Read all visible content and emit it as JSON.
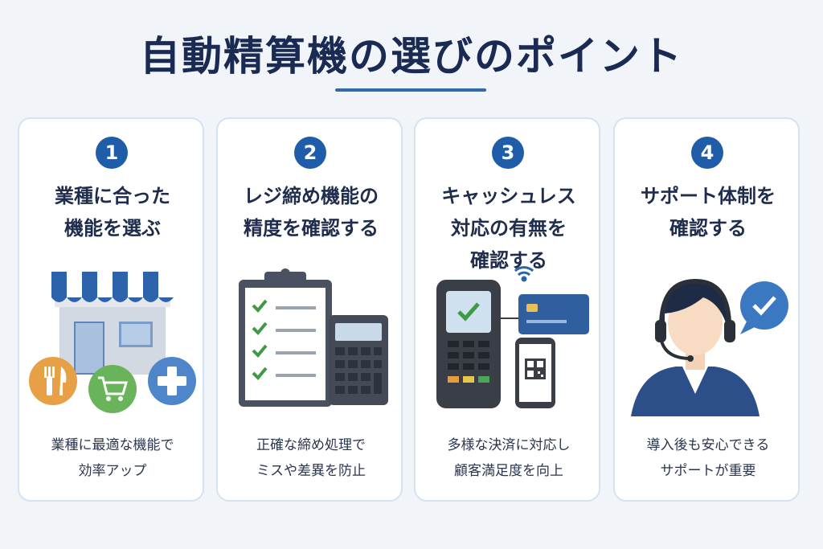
{
  "title": "自動精算機の選びのポイント",
  "colors": {
    "background": "#f1f5fa",
    "title": "#1a2a52",
    "accent": "#1f5da8",
    "check": "#3f9a45",
    "card_border": "#d5e2f1"
  },
  "cards": [
    {
      "number": "1",
      "heading": [
        "業種に合った",
        "機能を選ぶ"
      ],
      "icon": "store-icon",
      "sub_icons": [
        "restaurant-icon",
        "shopping-cart-icon",
        "medical-cross-icon"
      ],
      "description": [
        "業種に最適な機能で",
        "効率アップ"
      ]
    },
    {
      "number": "2",
      "heading": [
        "レジ締め機能の",
        "精度を確認する"
      ],
      "icon": "checklist-clipboard-icon",
      "sub_icons": [
        "calculator-icon"
      ],
      "description": [
        "正確な締め処理で",
        "ミスや差異を防止"
      ]
    },
    {
      "number": "3",
      "heading": [
        "キャッシュレス",
        "対応の有無を",
        "確認する"
      ],
      "icon": "payment-terminal-icon",
      "sub_icons": [
        "credit-card-icon",
        "smartphone-qr-icon",
        "wireless-icon"
      ],
      "description": [
        "多様な決済に対応し",
        "顧客満足度を向上"
      ]
    },
    {
      "number": "4",
      "heading": [
        "サポート体制を",
        "確認する"
      ],
      "icon": "support-operator-icon",
      "sub_icons": [
        "check-speech-bubble-icon"
      ],
      "description": [
        "導入後も安心できる",
        "サポートが重要"
      ]
    }
  ]
}
